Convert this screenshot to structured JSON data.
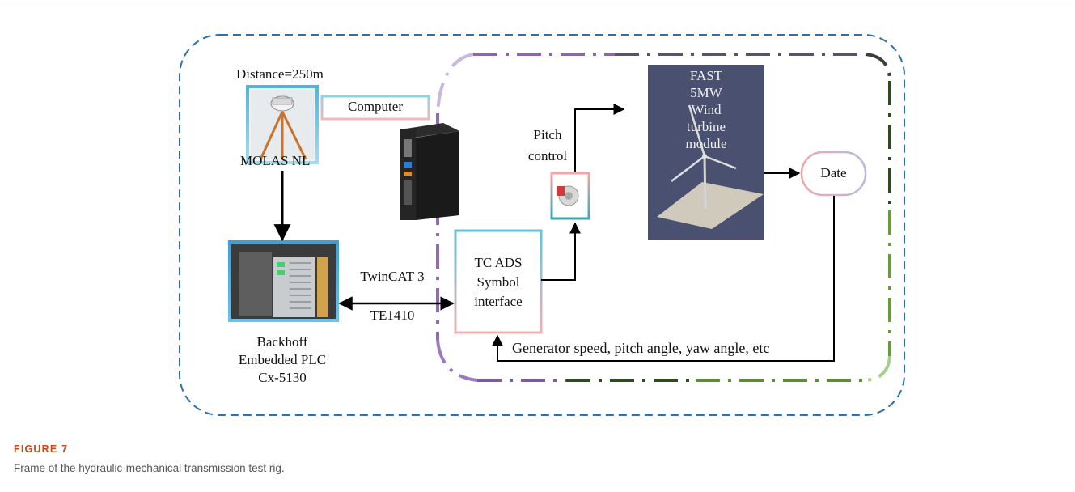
{
  "labels": {
    "distance": "Distance=250m",
    "computer": "Computer",
    "molas": "MOLAS NL",
    "pitch_control_1": "Pitch",
    "pitch_control_2": "control",
    "fast_lines": [
      "FAST",
      "5MW",
      "Wind",
      "turbine",
      "module"
    ],
    "date": "Date",
    "twincat_1": "TwinCAT 3",
    "twincat_2": "TE1410",
    "tc_ads_lines": [
      "TC ADS",
      "Symbol",
      "interface"
    ],
    "backhoff_lines": [
      "Backhoff",
      "Embedded PLC",
      "Cx-5130"
    ],
    "feedback": "Generator speed, pitch angle, yaw angle, etc"
  },
  "caption": {
    "label": "FIGURE 7",
    "text": "Frame of the hydraulic-mechanical transmission test rig."
  },
  "colors": {
    "outer_border": "#2e6fae",
    "panel_bg": "#4a5170",
    "plate": "#cfcabb",
    "arrow": "#000000",
    "caption_label": "#c8491e"
  }
}
